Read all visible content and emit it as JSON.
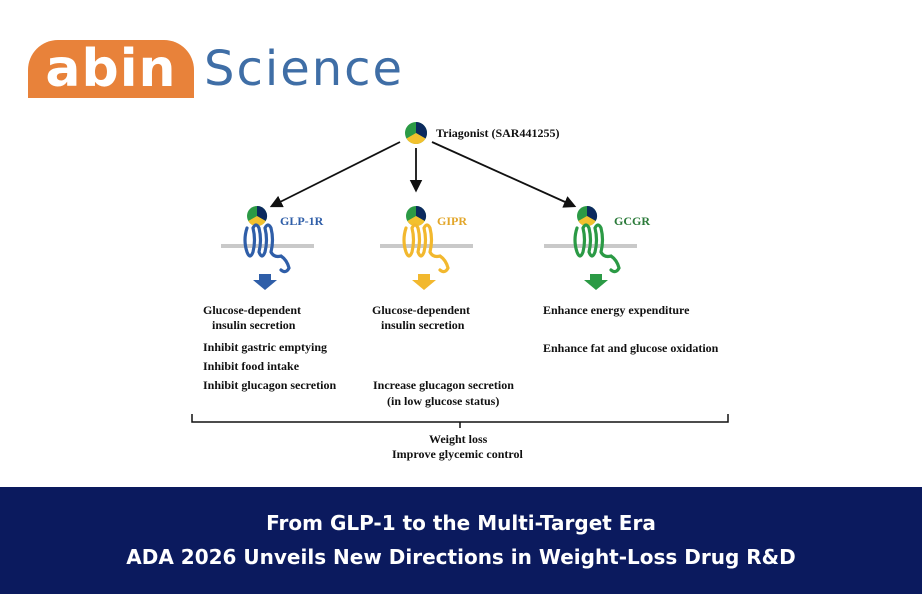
{
  "logo": {
    "part1": "abin",
    "part2": "Science"
  },
  "diagram": {
    "agonist": "Triagonist (SAR441255)",
    "receptors": [
      {
        "name": "GLP-1R",
        "color": "#2f5ea8",
        "effects_a": [
          "Glucose-dependent",
          "insulin secretion"
        ],
        "effects_b": [
          "Inhibit gastric emptying",
          "Inhibit food intake",
          "Inhibit glucagon secretion"
        ]
      },
      {
        "name": "GIPR",
        "color": "#f2b82e",
        "effects_a": [
          "Glucose-dependent",
          "insulin secretion"
        ],
        "effects_b": [
          "Increase glucagon secretion",
          "(in low glucose status)"
        ]
      },
      {
        "name": "GCGR",
        "color": "#2b9a45",
        "effects_a": [
          "Enhance energy expenditure"
        ],
        "effects_b": [
          "Enhance fat and glucose oxidation"
        ]
      }
    ],
    "outcomes": [
      "Weight loss",
      "Improve glycemic control"
    ]
  },
  "banner": {
    "line1": "From GLP-1 to the Multi-Target Era",
    "line2": "ADA 2026 Unveils New Directions in Weight-Loss Drug R&D"
  },
  "colors": {
    "brand_orange": "#e8823a",
    "brand_blue": "#3f6ea6",
    "banner_bg": "#0b1a5e"
  }
}
